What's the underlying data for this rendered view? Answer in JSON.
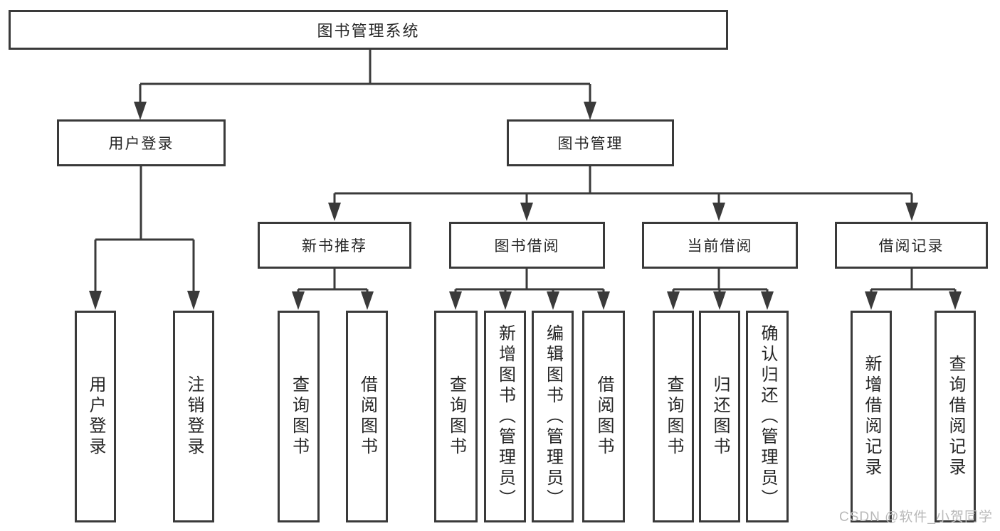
{
  "colors": {
    "line": "#3a3a3a",
    "text": "#262626",
    "watermark": "#b9b9b9",
    "background": "#ffffff"
  },
  "tree": {
    "root": "图书管理系统",
    "user_branch": {
      "label": "用户登录",
      "children": [
        "用户登录",
        "注销登录"
      ]
    },
    "mgmt_branch": {
      "label": "图书管理",
      "sections": [
        {
          "label": "新书推荐",
          "children": [
            "查询图书",
            "借阅图书"
          ]
        },
        {
          "label": "图书借阅",
          "children": [
            "查询图书",
            "新增图书（管理员）",
            "编辑图书（管理员）",
            "借阅图书"
          ]
        },
        {
          "label": "当前借阅",
          "children": [
            "查询图书",
            "归还图书",
            "确认归还（管理员）"
          ]
        },
        {
          "label": "借阅记录",
          "children": [
            "新增借阅记录",
            "查询借阅记录"
          ]
        }
      ]
    }
  },
  "watermark": "CSDN @软件_小贺同学"
}
